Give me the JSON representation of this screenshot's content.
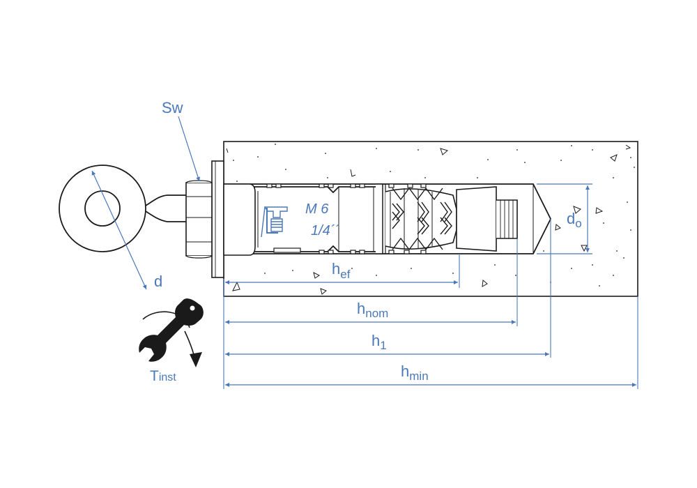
{
  "labels": {
    "sw": "Sw",
    "d": "d",
    "do_main": "d",
    "do_sub": "o",
    "hef_main": "h",
    "hef_sub": "ef",
    "hnom_main": "h",
    "hnom_sub": "nom",
    "h1_main": "h",
    "h1_sub": "1",
    "hmin_main": "h",
    "hmin_sub": "min",
    "tinst_main": "T",
    "tinst_sub": "inst",
    "size_metric": "M 6",
    "size_imperial": "1/4´´"
  },
  "colors": {
    "line": "#1a1a1a",
    "dimension": "#4a78b8",
    "icon": "#1a1a1a"
  }
}
